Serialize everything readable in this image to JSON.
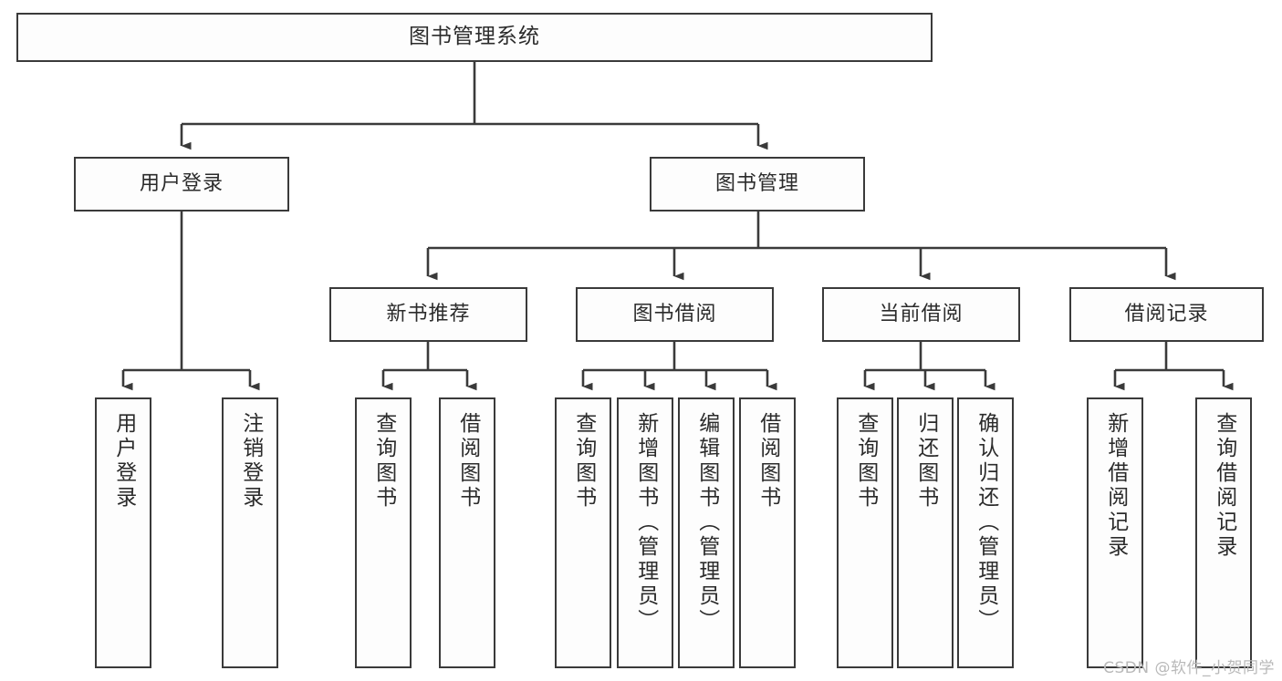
{
  "diagram": {
    "title": "图书管理系统",
    "type": "tree-hierarchy-chart",
    "root": {
      "id": "root",
      "label": "图书管理系统"
    },
    "level2": [
      {
        "id": "user-login",
        "label": "用户登录"
      },
      {
        "id": "book-manage",
        "label": "图书管理"
      }
    ],
    "level3": [
      {
        "id": "new-book-recommend",
        "label": "新书推荐"
      },
      {
        "id": "book-borrow",
        "label": "图书借阅"
      },
      {
        "id": "current-borrow",
        "label": "当前借阅"
      },
      {
        "id": "borrow-record",
        "label": "借阅记录"
      }
    ],
    "leaves": {
      "user_login": [
        {
          "id": "leaf-user-login",
          "label": "用户登录"
        },
        {
          "id": "leaf-logout",
          "label": "注销登录"
        }
      ],
      "new_book_recommend": [
        {
          "id": "leaf-query-book-1",
          "label": "查询图书"
        },
        {
          "id": "leaf-borrow-book-1",
          "label": "借阅图书"
        }
      ],
      "book_borrow": [
        {
          "id": "leaf-query-book-2",
          "label": "查询图书"
        },
        {
          "id": "leaf-add-book",
          "label": "新增图书（管理员）"
        },
        {
          "id": "leaf-edit-book",
          "label": "编辑图书（管理员）"
        },
        {
          "id": "leaf-borrow-book-2",
          "label": "借阅图书"
        }
      ],
      "current_borrow": [
        {
          "id": "leaf-query-book-3",
          "label": "查询图书"
        },
        {
          "id": "leaf-return-book",
          "label": "归还图书"
        },
        {
          "id": "leaf-confirm-return",
          "label": "确认归还（管理员）"
        }
      ],
      "borrow_record": [
        {
          "id": "leaf-add-record",
          "label": "新增借阅记录"
        },
        {
          "id": "leaf-query-record",
          "label": "查询借阅记录"
        }
      ]
    }
  },
  "watermark": {
    "text": "CSDN @软件_小贺同学"
  },
  "colors": {
    "border": "#3a3a3a",
    "box_fill": "#fdfdfd",
    "text": "#2b2b2b",
    "edge": "#3a3a3a",
    "background": "#ffffff",
    "watermark": "#b9b9b9"
  }
}
